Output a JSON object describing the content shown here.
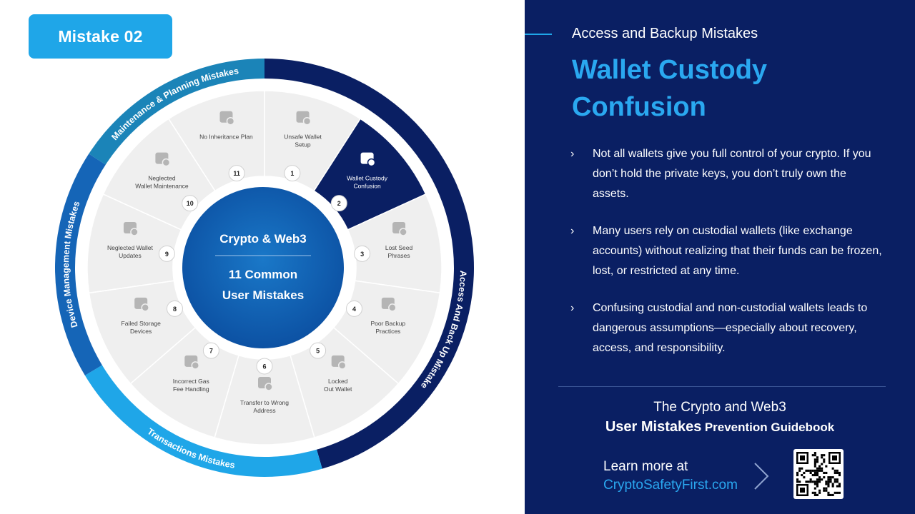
{
  "badge": {
    "label": "Mistake 02"
  },
  "wheel": {
    "center_title": "Crypto & Web3",
    "center_line1": "11 Common",
    "center_line2": "User Mistakes",
    "categories": [
      {
        "key": "maintenance",
        "label": "Maintenance & Planning Mistakes",
        "color": "#1b84b8"
      },
      {
        "key": "access",
        "label": "Access And Back Up Mistake",
        "color": "#0a1f63"
      },
      {
        "key": "transactions",
        "label": "Transactions Mistakes",
        "color": "#1fa6e8"
      },
      {
        "key": "device",
        "label": "Device Management Mistakes",
        "color": "#1565b7"
      }
    ],
    "segments": [
      {
        "num": "1",
        "lines": [
          "Unsafe Wallet",
          "Setup"
        ],
        "icon": "wallet-alert-icon",
        "active": false
      },
      {
        "num": "2",
        "lines": [
          "Wallet Custody",
          "Confusion"
        ],
        "icon": "key-icon",
        "active": true
      },
      {
        "num": "3",
        "lines": [
          "Lost Seed",
          "Phrases"
        ],
        "icon": "brain-icon",
        "active": false
      },
      {
        "num": "4",
        "lines": [
          "Poor Backup",
          "Practices"
        ],
        "icon": "server-icon",
        "active": false
      },
      {
        "num": "5",
        "lines": [
          "Locked",
          "Out Wallet"
        ],
        "icon": "lock-icon",
        "active": false
      },
      {
        "num": "6",
        "lines": [
          "Transfer to Wrong",
          "Address"
        ],
        "icon": "mailbox-icon",
        "active": false
      },
      {
        "num": "7",
        "lines": [
          "Incorrect Gas",
          "Fee Handling"
        ],
        "icon": "hand-coin-icon",
        "active": false
      },
      {
        "num": "8",
        "lines": [
          "Failed Storage",
          "Devices"
        ],
        "icon": "folder-clock-icon",
        "active": false
      },
      {
        "num": "9",
        "lines": [
          "Neglected Wallet",
          "Updates"
        ],
        "icon": "wallet-icon",
        "active": false
      },
      {
        "num": "10",
        "lines": [
          "Neglected",
          "Wallet Maintenance"
        ],
        "icon": "tools-icon",
        "active": false
      },
      {
        "num": "11",
        "lines": [
          "No Inheritance Plan"
        ],
        "icon": "dna-icon",
        "active": false
      }
    ]
  },
  "panel": {
    "subtitle": "Access and Backup Mistakes",
    "title": "Wallet Custody Confusion",
    "bullets": [
      "Not all wallets give you full control of your crypto. If you don’t hold the private keys, you don’t truly own the assets.",
      "Many users rely on custodial wallets (like exchange accounts) without realizing that their funds can be frozen, lost, or restricted at any time.",
      "Confusing custodial and non-custodial wallets leads to dangerous assumptions—especially about recovery, access, and responsibility."
    ],
    "bullet_marker": "›",
    "guide_line1": "The Crypto and Web3",
    "guide_line2_big": "User Mistakes",
    "guide_line2_small": "Prevention Guidebook",
    "learn_more": "Learn more at",
    "link": "CryptoSafetyFirst.com"
  },
  "colors": {
    "accent": "#1fa6e8",
    "navy": "#0a1f63",
    "segment_bg": "#efefef",
    "segment_text": "#444444"
  }
}
